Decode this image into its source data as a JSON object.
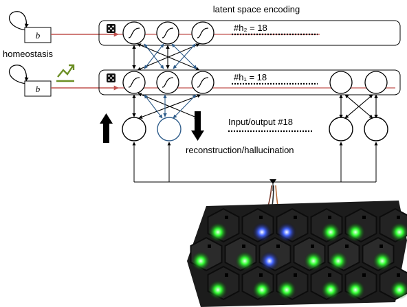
{
  "labels": {
    "latent_title": "latent space encoding",
    "homeostasis": "homeostasis",
    "h2_count": "#h₂ = 18",
    "h1_count": "#h₁ = 18",
    "io_count": "Input/output #18",
    "recon": "reconstruction/hallucination",
    "bias_symbol": "b"
  },
  "colors": {
    "bias_line": "#c0504d",
    "up_arrows": "#2e5c8a",
    "blue_unit": "#2e5c8a",
    "trend_icon": "#6b8e23",
    "led_green": "#33ff33",
    "led_blue": "#3355ff"
  },
  "icons": {
    "dice": "dice-icon",
    "trend": "trend-up-icon",
    "sigmoid": "sigmoid-icon"
  },
  "led_board": {
    "rows": [
      [
        "green",
        "blue",
        "blue",
        "green",
        "green",
        "green"
      ],
      [
        "green",
        "green",
        "blue",
        "green",
        "green",
        "green"
      ],
      [
        "green",
        "green",
        "green",
        "green",
        "green",
        "green"
      ]
    ]
  }
}
